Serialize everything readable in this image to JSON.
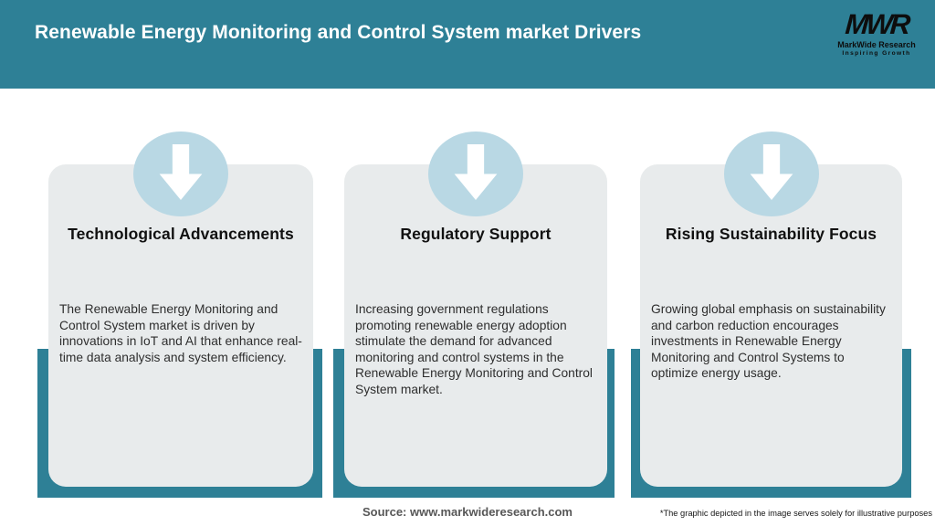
{
  "colors": {
    "teal": "#2e8096",
    "circle-blue": "#b9d8e4",
    "card-gray": "#e8ebec",
    "title-white": "#ffffff",
    "heading-dark": "#111111",
    "body-dark": "#2e2e2e",
    "source-gray": "#575757",
    "logo-black": "#0d0d0d"
  },
  "header": {
    "title": "Renewable Energy Monitoring and Control System market Drivers",
    "logo": {
      "monogram": "MWR",
      "name": "MarkWide Research",
      "tagline": "Inspiring Growth"
    }
  },
  "cards": [
    {
      "icon": "down-arrow-icon",
      "heading": "Technological Advancements",
      "body": "The Renewable Energy Monitoring and Control System market is driven by innovations in IoT and AI that enhance real-time data analysis and system efficiency."
    },
    {
      "icon": "down-arrow-icon",
      "heading": "Regulatory Support",
      "body": "Increasing government regulations promoting renewable energy adoption stimulate the demand for advanced monitoring and control systems in the Renewable Energy Monitoring and Control System market."
    },
    {
      "icon": "down-arrow-icon",
      "heading": "Rising Sustainability Focus",
      "body": "Growing global emphasis on sustainability and carbon reduction encourages investments in Renewable Energy Monitoring and Control Systems to optimize energy usage."
    }
  ],
  "footer": {
    "source": "Source: www.markwideresearch.com",
    "disclaimer": "*The graphic depicted in the image serves solely for illustrative purposes"
  }
}
